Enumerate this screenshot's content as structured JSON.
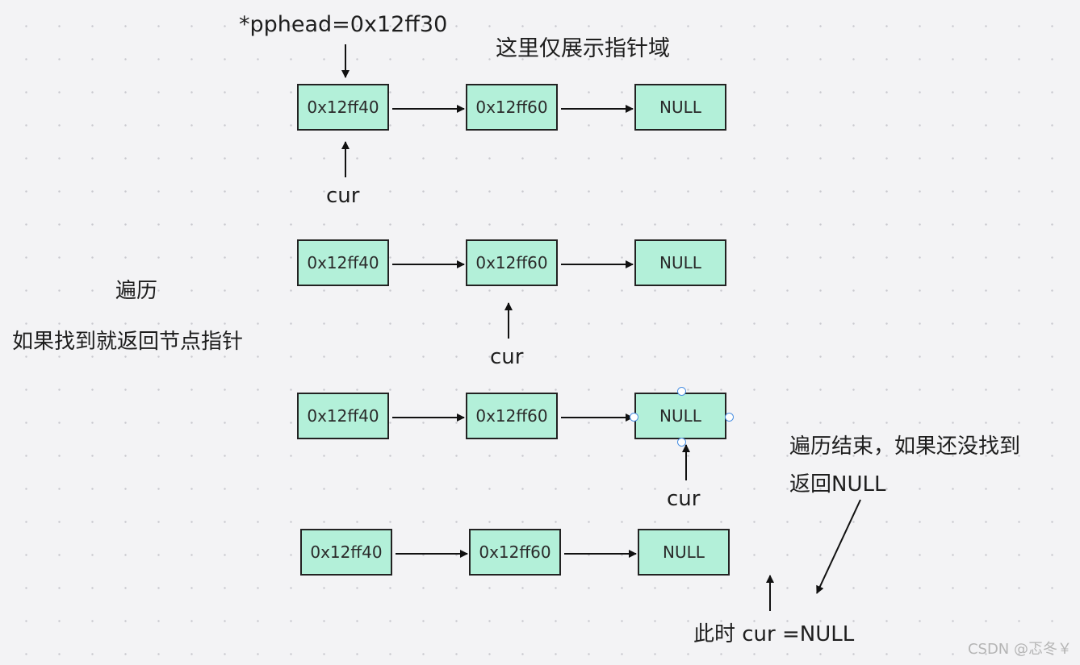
{
  "diagram": {
    "pphead_label": "*pphead=0x12ff30",
    "note_top": "这里仅展示指针域",
    "side_note_1": "遍历",
    "side_note_2": "如果找到就返回节点指针",
    "end_note_line1": "遍历结束，如果还没找到",
    "end_note_line2": "返回NULL",
    "final_cur": "此时 cur =NULL",
    "cur_label": "cur",
    "rows": [
      {
        "nodes": [
          "0x12ff40",
          "0x12ff60",
          "NULL"
        ]
      },
      {
        "nodes": [
          "0x12ff40",
          "0x12ff60",
          "NULL"
        ]
      },
      {
        "nodes": [
          "0x12ff40",
          "0x12ff60",
          "NULL"
        ]
      },
      {
        "nodes": [
          "0x12ff40",
          "0x12ff60",
          "NULL"
        ]
      }
    ]
  },
  "watermark": "CSDN @忑冬￥"
}
